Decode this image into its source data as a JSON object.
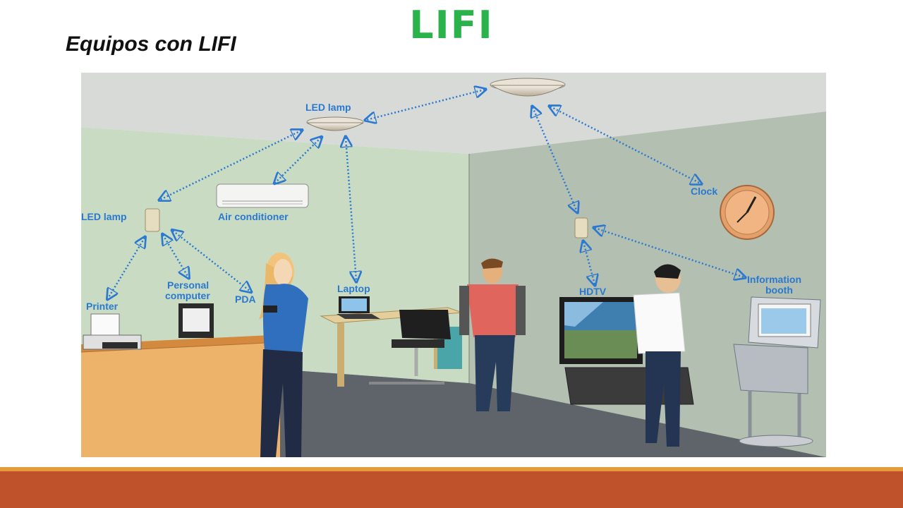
{
  "slide": {
    "title": "LIFI",
    "subtitle": "Equipos con LIFI"
  },
  "figure": {
    "labels": {
      "led_lamp_top": "LED lamp",
      "led_lamp_left": "LED lamp",
      "air_conditioner": "Air conditioner",
      "printer": "Printer",
      "personal_computer_1": "Personal",
      "personal_computer_2": "computer",
      "pda": "PDA",
      "laptop": "Laptop",
      "clock": "Clock",
      "hdtv": "HDTV",
      "information_booth_1": "Information",
      "information_booth_2": "booth"
    }
  },
  "colors": {
    "title": "#2ab34a",
    "label": "#2a78d0",
    "arrow": "#2a78d0",
    "footer_bar": "#c0522b",
    "footer_stripe": "#e69b3a"
  }
}
